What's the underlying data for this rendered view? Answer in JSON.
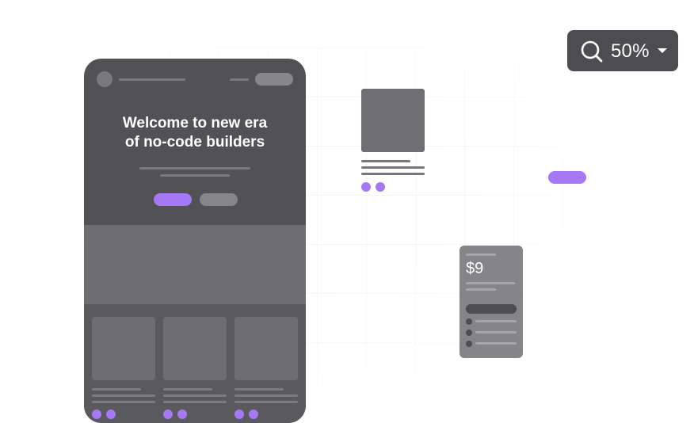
{
  "colors": {
    "accent": "#a778f5",
    "phone_bg": "#525156",
    "dark_control": "#4d4c50",
    "card_gray": "#858488"
  },
  "zoom": {
    "icon": "search-icon",
    "value_label": "50%",
    "dropdown_icon": "caret-down-icon"
  },
  "phone": {
    "hero_title_line1": "Welcome to new era",
    "hero_title_line2": "of no-code builders"
  },
  "pricing_card": {
    "price": "$9"
  }
}
